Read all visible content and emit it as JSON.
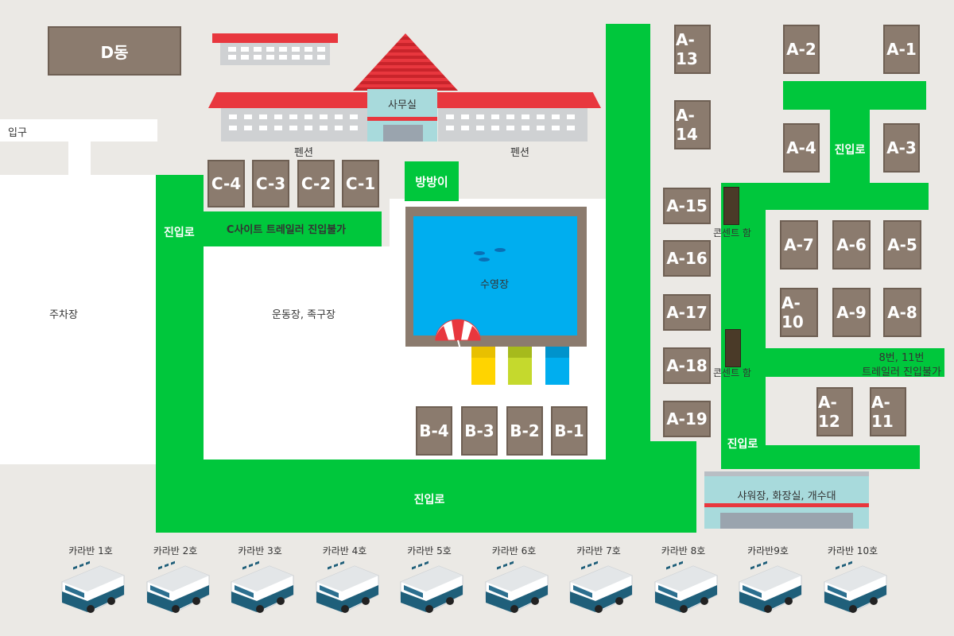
{
  "labels": {
    "d_building": "D동",
    "entrance": "입구",
    "office": "사무실",
    "pension_left": "펜션",
    "pension_right": "펜션",
    "parking": "주차장",
    "playground": "운동장, 족구장",
    "pool": "수영장",
    "trampoline": "방방이",
    "c_site_notice": "C사이트 트레일러 진입불가",
    "road_left": "진입로",
    "road_bottom": "진입로",
    "road_a_mid": "진입로",
    "road_a_bottom": "진입로",
    "outlet_1": "콘센트 함",
    "outlet_2": "콘센트 함",
    "a_notice_line1": "8번, 11번",
    "a_notice_line2": "트레일러 진입불가",
    "shower": "샤워장, 화장실, 개수대"
  },
  "sites": {
    "c": [
      "C-4",
      "C-3",
      "C-2",
      "C-1"
    ],
    "b": [
      "B-4",
      "B-3",
      "B-2",
      "B-1"
    ],
    "a_left": [
      "A-13",
      "A-14",
      "A-15",
      "A-16",
      "A-17",
      "A-18",
      "A-19"
    ],
    "a_right": [
      "A-2",
      "A-1",
      "A-4",
      "A-3",
      "A-7",
      "A-6",
      "A-5",
      "A-10",
      "A-9",
      "A-8",
      "A-12",
      "A-11"
    ]
  },
  "caravans": [
    "카라반 1호",
    "카라반 2호",
    "카라반 3호",
    "카라반 4호",
    "카라반 5호",
    "카라반 6호",
    "카라반 7호",
    "카라반 8호",
    "카라반9호",
    "카라반 10호"
  ],
  "colors": {
    "road": "#00c73c",
    "site": "#8b7b6e",
    "pool_water": "#00aeef",
    "roof": "#e8373e",
    "background": "#ebe9e5"
  }
}
